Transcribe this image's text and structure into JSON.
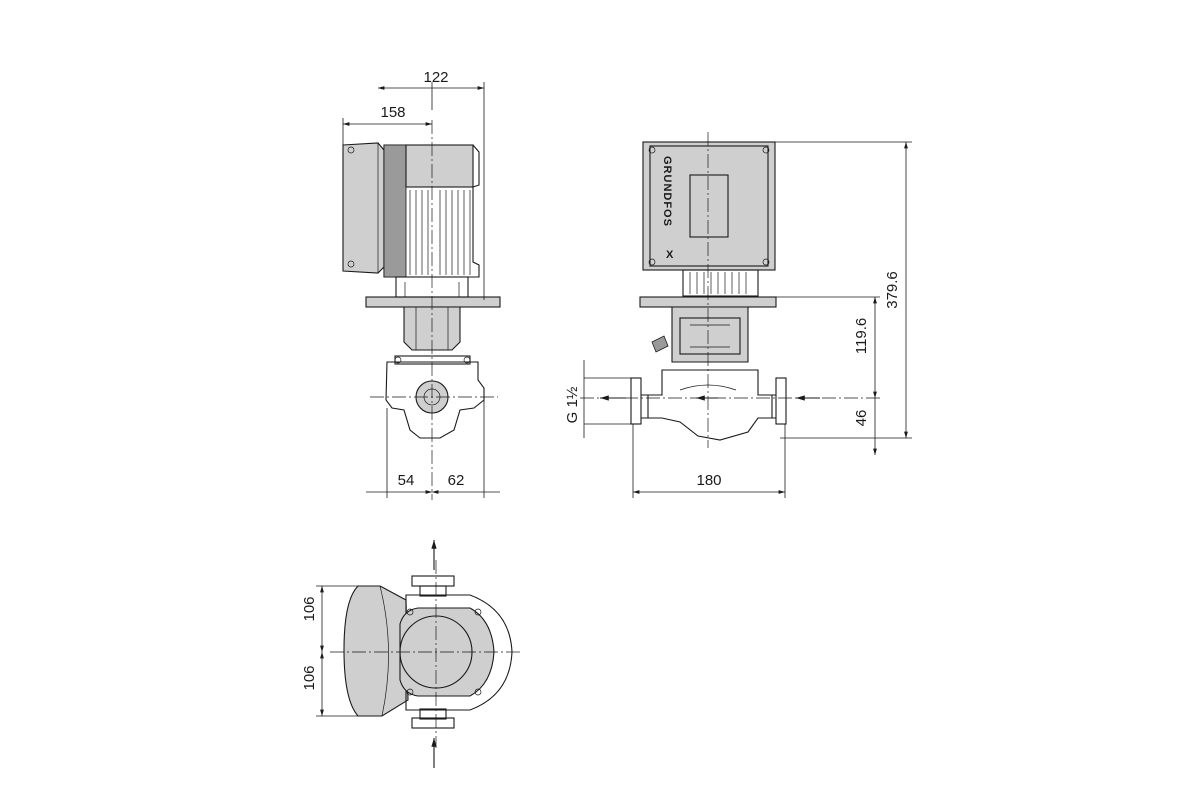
{
  "brand": "GRUNDFOS",
  "brand_logo": "X",
  "thread_label": "G 1½",
  "dimensions": {
    "side_top_width": "122",
    "side_head_width": "158",
    "side_left_offset": "54",
    "side_right_offset": "62",
    "front_port_to_port": "180",
    "front_total_height": "379.6",
    "front_flange_height": "119.6",
    "front_axis_height": "46",
    "top_upper_half": "106",
    "top_lower_half": "106"
  }
}
